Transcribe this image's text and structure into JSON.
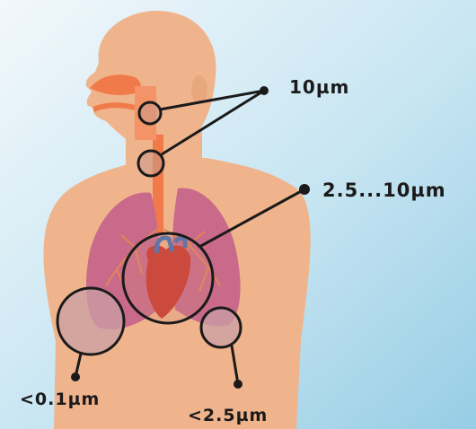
{
  "labels": {
    "upper_airway": "10µm",
    "bronchi": "2.5...10µm",
    "alveoli": "<0.1µm",
    "blood": "<2.5µm"
  },
  "colors": {
    "background_top": "#f2f8fb",
    "background_bottom": "#9fd0e6",
    "skin": "#f0b48c",
    "airway": "#f07a4a",
    "lung": "#c96a8a",
    "heart": "#c8332a",
    "vessel": "#3b6fb5",
    "marker": "#1a1a1a"
  }
}
